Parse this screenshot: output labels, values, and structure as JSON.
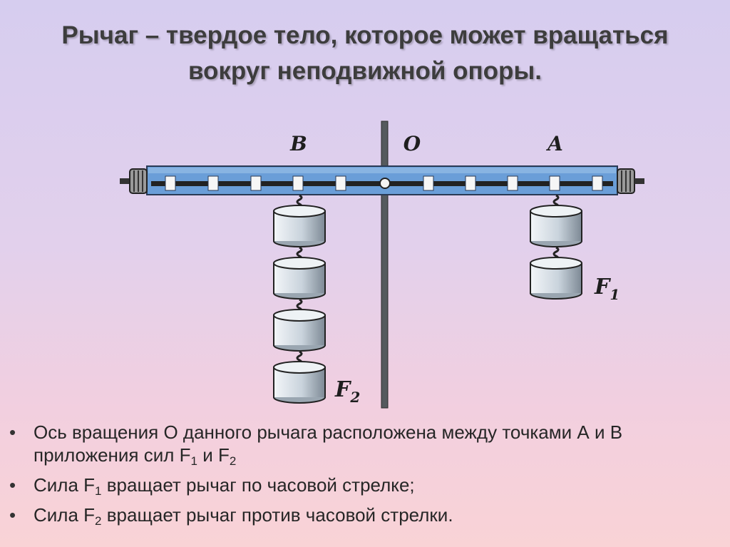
{
  "slide": {
    "title_line1": "Рычаг – твердое тело, которое может вращаться",
    "title_line2": "вокруг неподвижной опоры."
  },
  "figure": {
    "labels": {
      "b": "B",
      "o": "O",
      "a": "A"
    },
    "forces": {
      "f1": {
        "symbol": "F",
        "sub": "1",
        "weights": 2
      },
      "f2": {
        "symbol": "F",
        "sub": "2",
        "weights": 4
      }
    },
    "colors": {
      "bar": "#6a9ed8",
      "weight_light": "#e4eaef",
      "weight_dark": "#8d9aa6",
      "ink": "#222222"
    }
  },
  "bullets": [
    {
      "parts": [
        "Ось вращения О данного рычага расположена между точками А и В приложения сил F",
        "1",
        " и  F",
        "2",
        ""
      ]
    },
    {
      "parts": [
        "Сила F",
        "1",
        " вращает рычаг по часовой стрелке;"
      ]
    },
    {
      "parts": [
        "Сила F",
        "2",
        " вращает рычаг против часовой стрелки."
      ]
    }
  ]
}
